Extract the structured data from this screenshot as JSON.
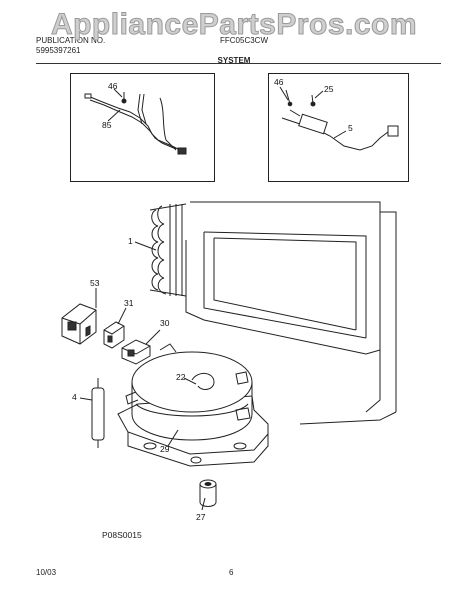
{
  "watermark": "AppliancePartsPros.com",
  "header": {
    "model_line": "PUBLICATION NO.",
    "code_line": "5995397261",
    "middle_line": "FFC05C3CW",
    "section_title": "SYSTEM"
  },
  "callouts": {
    "c46a": "46",
    "c85": "85",
    "c46b": "46",
    "c25": "25",
    "c5": "5",
    "c1": "1",
    "c53": "53",
    "c31": "31",
    "c30": "30",
    "c22": "22",
    "c4": "4",
    "c29": "29",
    "c27": "27"
  },
  "footer": {
    "diagram_code": "P08S0015",
    "date": "10/03",
    "page": "6"
  }
}
